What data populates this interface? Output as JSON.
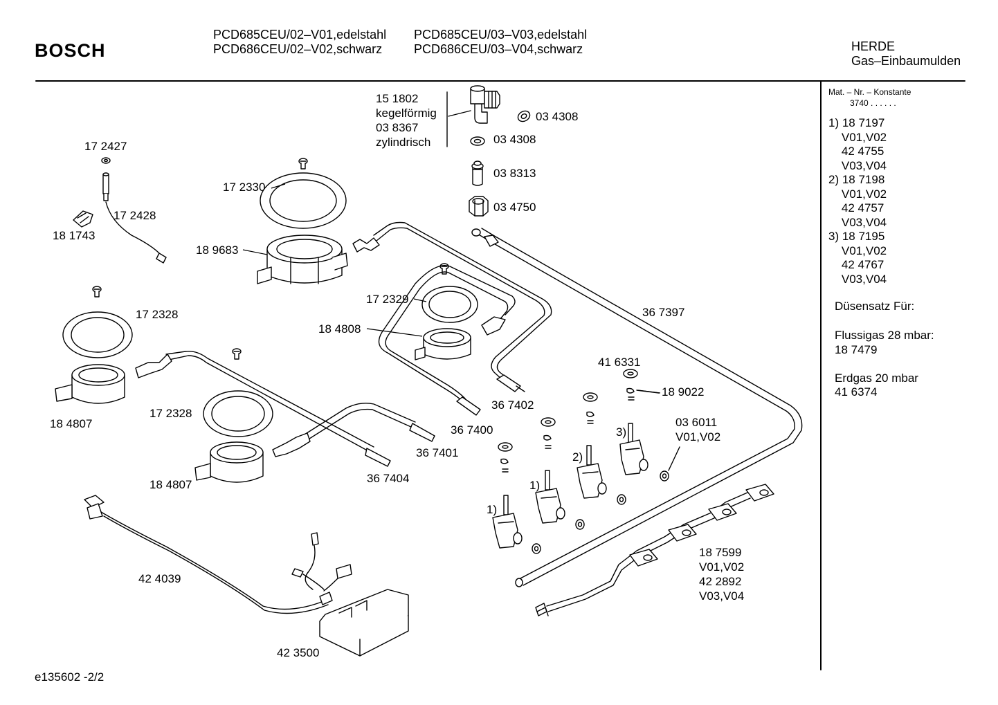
{
  "header": {
    "brand": "BOSCH",
    "models": {
      "col1_line1": "PCD685CEU/02–V01,edelstahl",
      "col1_line2": "PCD686CEU/02–V02,schwarz",
      "col2_line1": "PCD685CEU/03–V03,edelstahl",
      "col2_line2": "PCD686CEU/03–V04,schwarz"
    },
    "category_line1": "HERDE",
    "category_line2": "Gas–Einbaumulden"
  },
  "sidebar": {
    "mat_title": "Mat. – Nr. – Konstante",
    "mat_value": "3740  .  .  .  .  .  .",
    "notes": [
      "1) 18 7197",
      "    V01,V02",
      "    42 4755",
      "    V03,V04",
      "2) 18 7198",
      "    V01,V02",
      "    42 4757",
      "    V03,V04",
      "3) 18 7195",
      "    V01,V02",
      "    42 4767",
      "    V03,V04"
    ],
    "nozzle_title": "Düsensatz Für:",
    "lpg_label": "Flussigas 28 mbar:",
    "lpg_value": "18 7479",
    "ng_label": "Erdgas 20 mbar",
    "ng_value": "41 6374"
  },
  "footer": {
    "doc_id": "e135602   -2/2"
  },
  "parts": {
    "p151802": "15 1802",
    "kegel": "kegelförmig",
    "p038367": "03 8367",
    "zylind": "zylindrisch",
    "p034308a": "03 4308",
    "p034308b": "03 4308",
    "p038313": "03 8313",
    "p034750": "03 4750",
    "p172427": "17 2427",
    "p172428": "17 2428",
    "p181743": "18 1743",
    "p172330": "17 2330",
    "p189683": "18 9683",
    "p172329": "17 2329",
    "p184808": "18 4808",
    "p367397": "36 7397",
    "p172328a": "17 2328",
    "p184807a": "18 4807",
    "p172328b": "17 2328",
    "p184807b": "18 4807",
    "p416331": "41 6331",
    "p189022": "18 9022",
    "p367402": "36 7402",
    "p367400": "36 7400",
    "p367401": "36 7401",
    "p367404": "36 7404",
    "p036011": "03 6011",
    "p036011v": "V01,V02",
    "fn3": "3)",
    "fn2": "2)",
    "fn1a": "1)",
    "fn1b": "1)",
    "p424039": "42 4039",
    "p423500": "42 3500",
    "p187599": "18 7599",
    "p187599v1": "V01,V02",
    "p422892": "42 2892",
    "p422892v": "V03,V04"
  }
}
